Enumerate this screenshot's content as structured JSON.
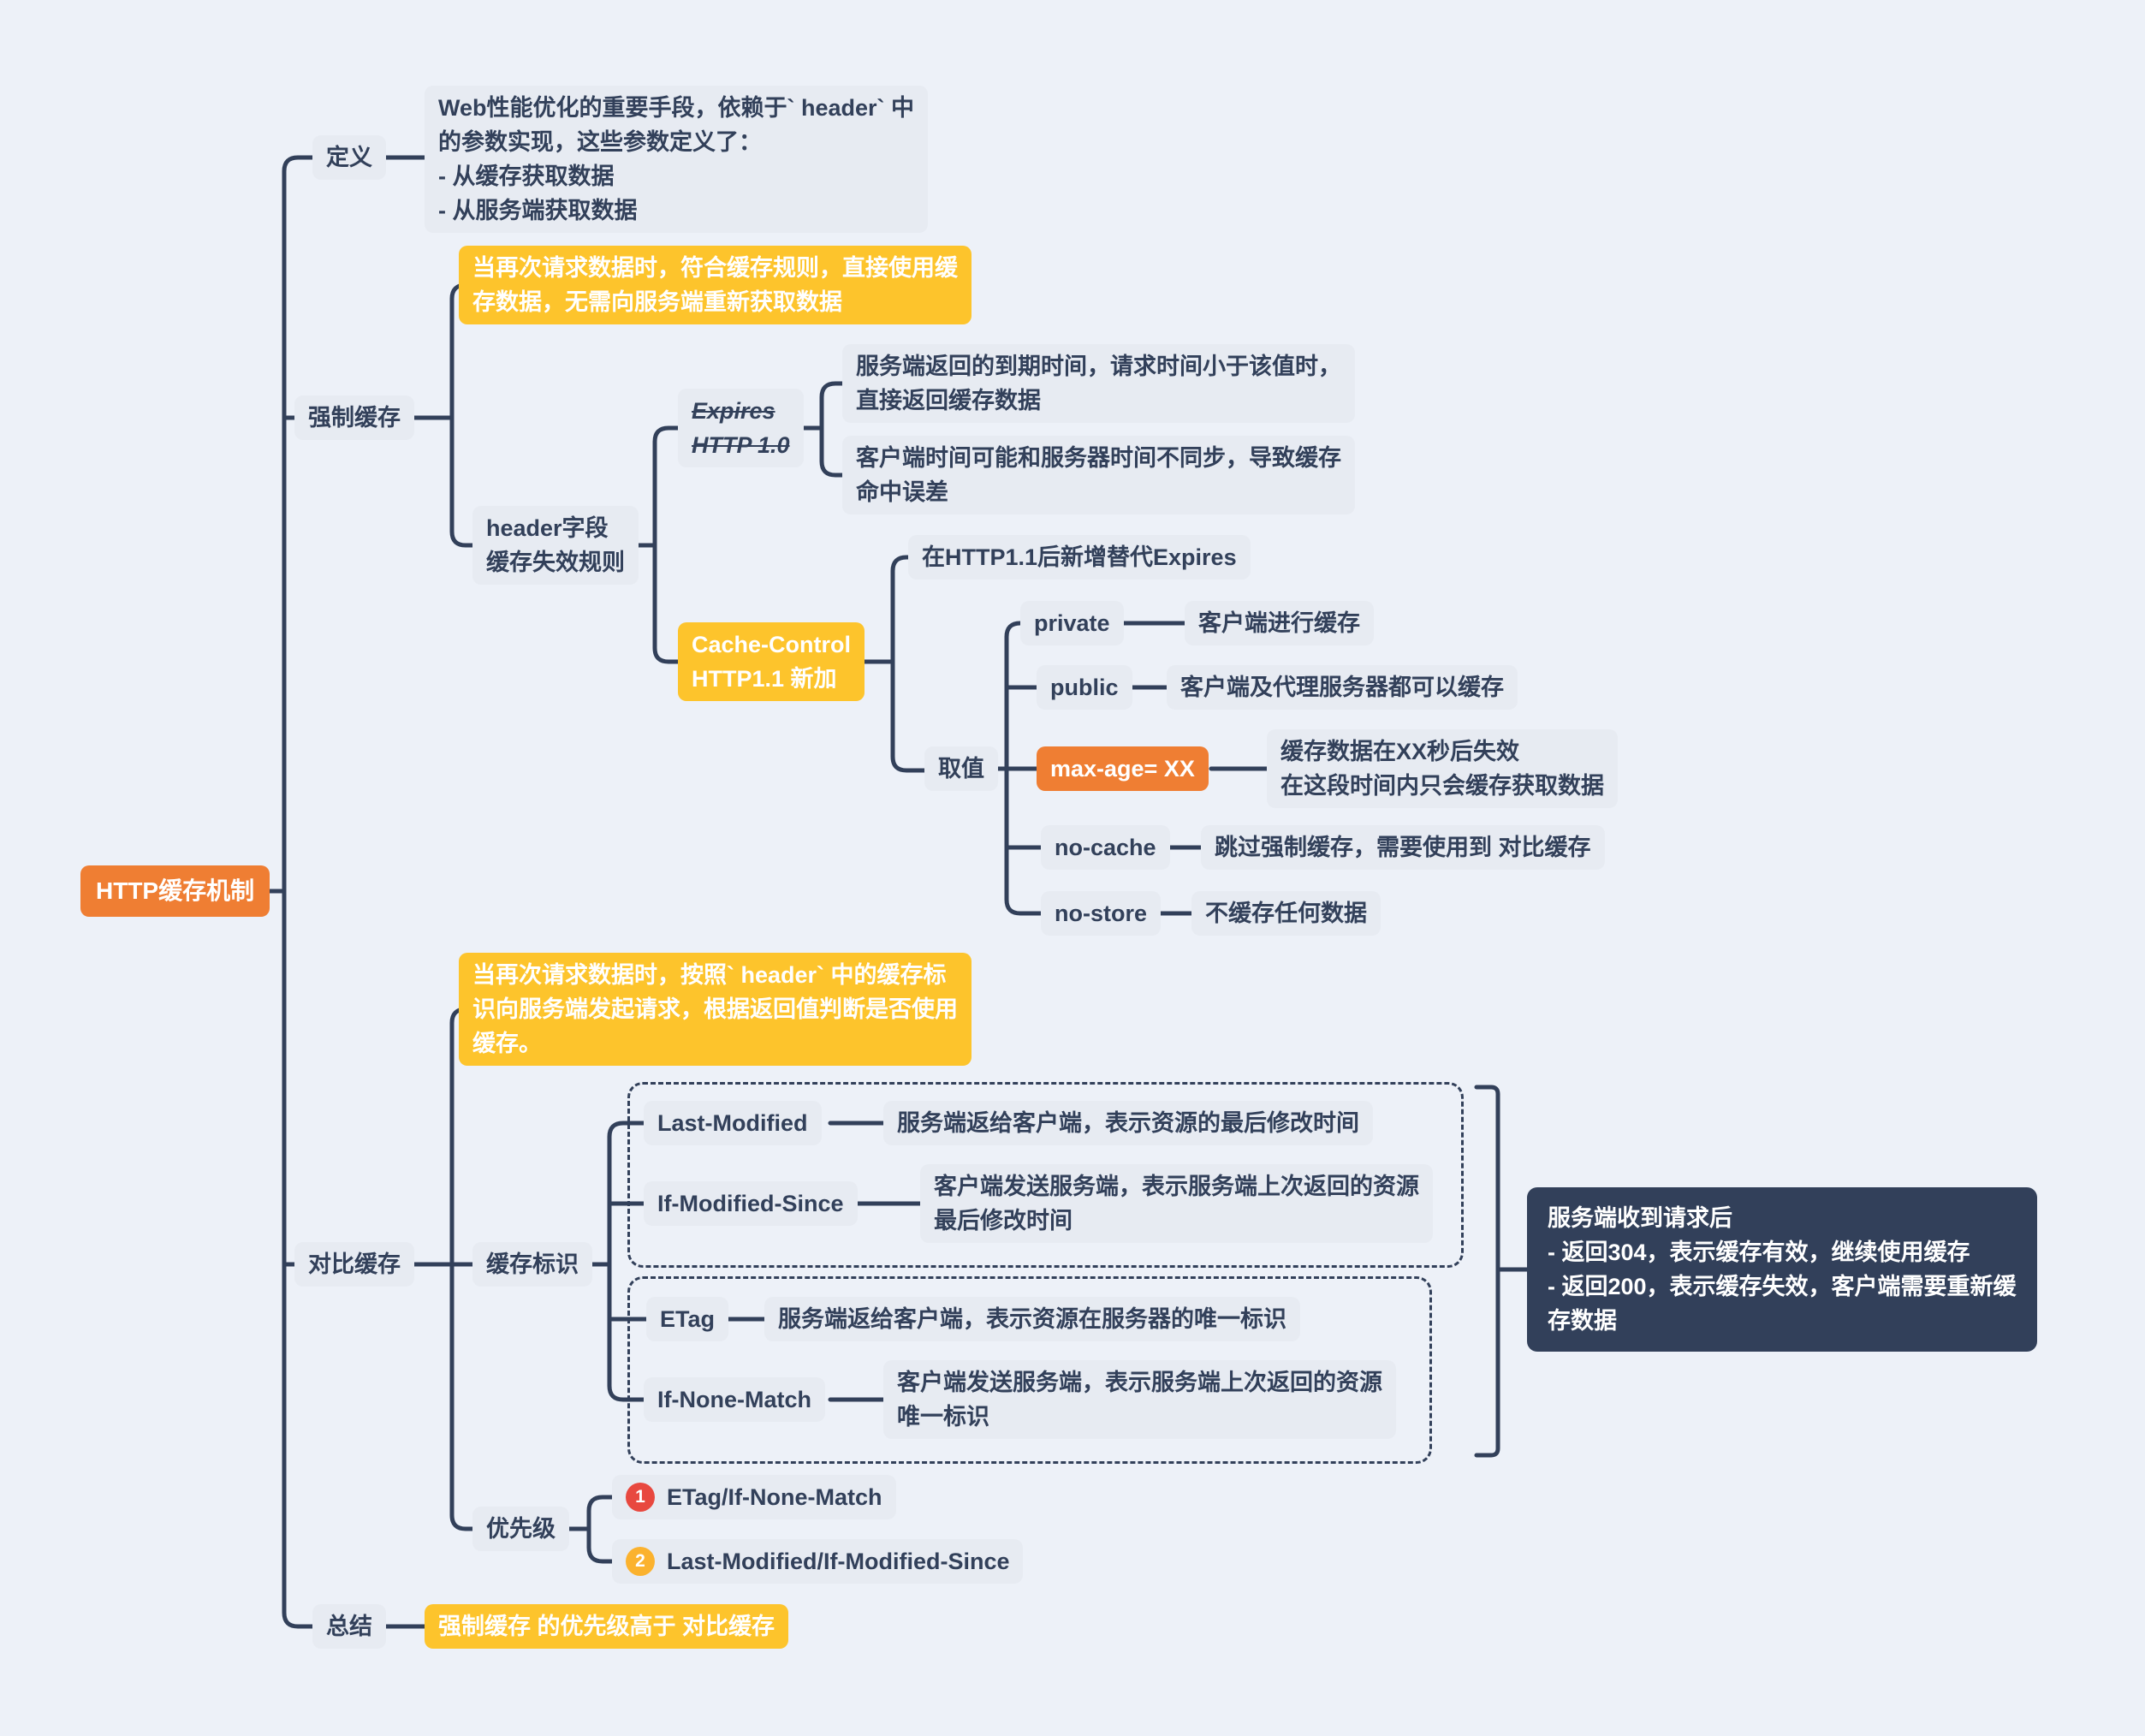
{
  "root": {
    "label": "HTTP缓存机制"
  },
  "definition": {
    "label": "定义",
    "desc": "Web性能优化的重要手段，依赖于` header` 中\n的参数实现，这些参数定义了：\n- 从缓存获取数据\n- 从服务端获取数据"
  },
  "force_cache": {
    "label": "强制缓存",
    "summary": "当再次请求数据时，符合缓存规则，直接使用缓\n存数据，无需向服务端重新获取数据",
    "header_rules": {
      "label": "header字段\n缓存失效规则",
      "expires": {
        "label": "Expires\nHTTP 1.0",
        "point1": "服务端返回的到期时间，请求时间小于该值时，\n直接返回缓存数据",
        "point2": "客户端时间可能和服务器时间不同步，导致缓存\n命中误差"
      },
      "cache_control": {
        "label": "Cache-Control\nHTTP1.1 新加",
        "note": "在HTTP1.1后新增替代Expires",
        "values_label": "取值",
        "values": [
          {
            "name": "private",
            "desc": "客户端进行缓存"
          },
          {
            "name": "public",
            "desc": "客户端及代理服务器都可以缓存"
          },
          {
            "name": "max-age= XX",
            "desc": "缓存数据在XX秒后失效\n在这段时间内只会缓存获取数据"
          },
          {
            "name": "no-cache",
            "desc": "跳过强制缓存，需要使用到 对比缓存"
          },
          {
            "name": "no-store",
            "desc": "不缓存任何数据"
          }
        ]
      }
    }
  },
  "compare_cache": {
    "label": "对比缓存",
    "summary": "当再次请求数据时，按照` header` 中的缓存标\n识向服务端发起请求，根据返回值判断是否使用\n缓存。",
    "identifiers": {
      "label": "缓存标识",
      "last_modified": {
        "name": "Last-Modified",
        "desc": "服务端返给客户端，表示资源的最后修改时间"
      },
      "if_modified_since": {
        "name": "If-Modified-Since",
        "desc": "客户端发送服务端，表示服务端上次返回的资源\n最后修改时间"
      },
      "etag": {
        "name": "ETag",
        "desc": "服务端返给客户端，表示资源在服务器的唯一标识"
      },
      "if_none_match": {
        "name": "If-None-Match",
        "desc": "客户端发送服务端，表示服务端上次返回的资源\n唯一标识"
      },
      "server_response": "服务端收到请求后\n- 返回304，表示缓存有效，继续使用缓存\n- 返回200，表示缓存失效，客户端需要重新缓\n存数据"
    },
    "priority": {
      "label": "优先级",
      "items": [
        {
          "badge": "1",
          "text": "ETag/If-None-Match"
        },
        {
          "badge": "2",
          "text": "Last-Modified/If-Modified-Since"
        }
      ]
    }
  },
  "summary": {
    "label": "总结",
    "note": "强制缓存 的优先级高于 对比缓存"
  },
  "colors": {
    "background": "#edf1f8",
    "node_gray": "#e7ebf2",
    "accent_orange": "#ef7e33",
    "accent_yellow": "#fdc42c",
    "dark_navy": "#32405a",
    "badge_red": "#e8483f",
    "badge_yellow": "#fbb22e"
  }
}
